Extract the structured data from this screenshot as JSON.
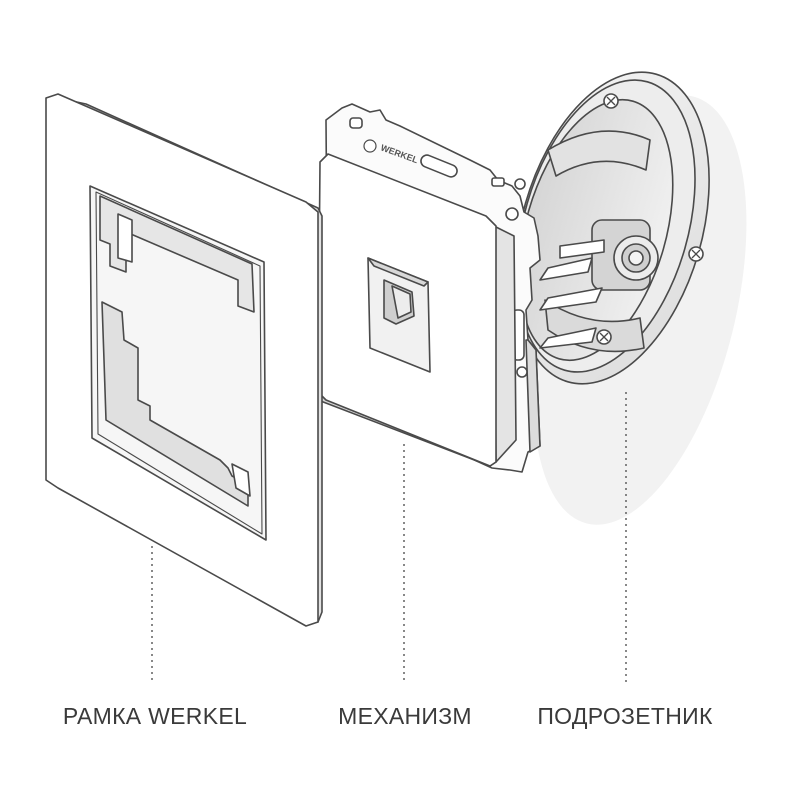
{
  "labels": {
    "frame": "РАМКА WERKEL",
    "mechanism": "МЕХАНИЗМ",
    "box": "ПОДРОЗЕТНИК"
  },
  "brand_mark": "WERKEL",
  "colors": {
    "line": "#4a4a4a",
    "surface": "#ffffff",
    "shade": "#e6e6e6",
    "dark_shade": "#c8c8c8",
    "label_text": "#3a3a3a"
  }
}
